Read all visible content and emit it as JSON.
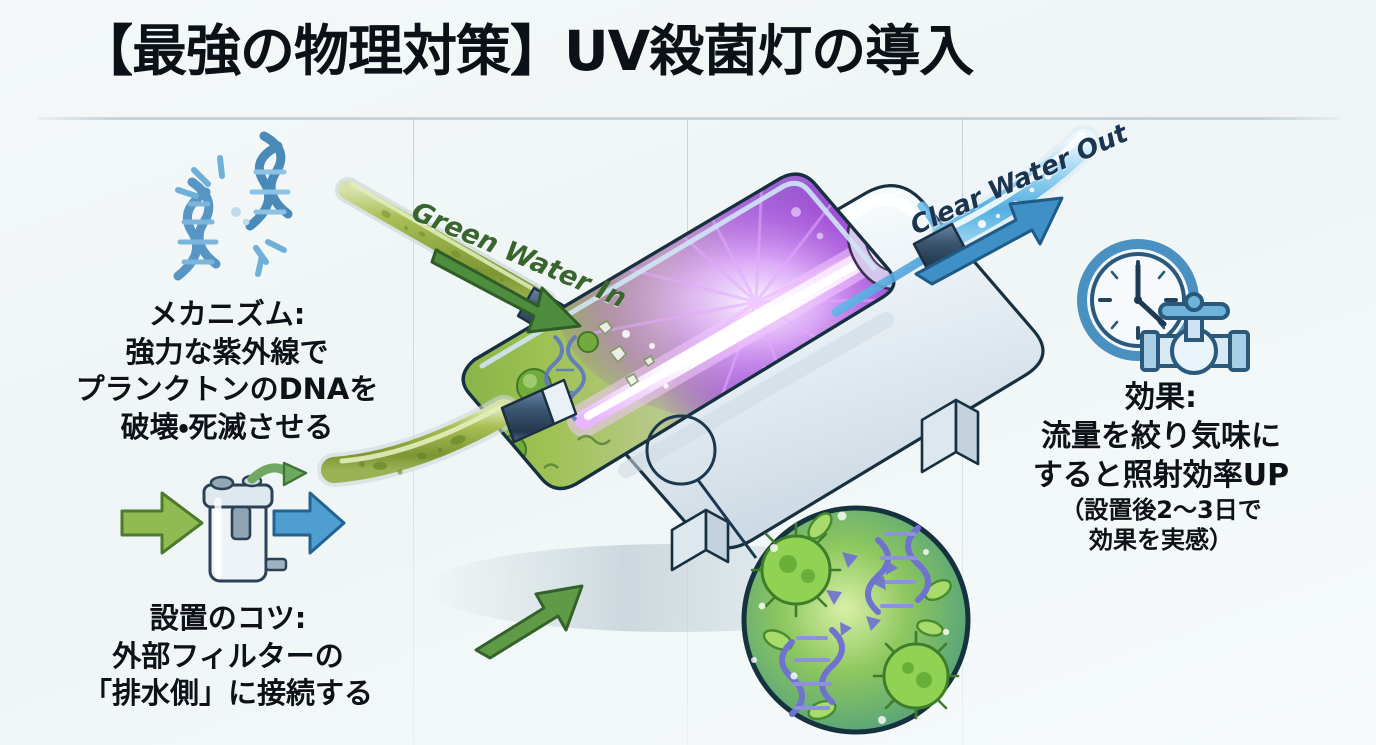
{
  "page": {
    "title": "【最強の物理対策】UV殺菌灯の導入",
    "background_color": "#f2f7f7",
    "text_color": "#0c1217"
  },
  "flow_labels": {
    "inlet": "Green Water In",
    "inlet_color": "#39662f",
    "outlet": "Clear Water Out",
    "outlet_color": "#1b3550"
  },
  "blocks": {
    "mechanism": {
      "heading": "メカニズム:",
      "line2": "強力な紫外線で",
      "line3": "プランクトンのDNAを",
      "line4": "破壊・死滅させる",
      "icon": "broken-dna-icon"
    },
    "install": {
      "heading": "設置のコツ:",
      "line2": "外部フィルターの",
      "line3": "「排水側」に接続する",
      "icon": "canister-filter-icon"
    },
    "effect": {
      "heading": "効果:",
      "line2": "流量を絞り気味に",
      "line3": "すると照射効率UP",
      "line4": "（設置後2〜3日で",
      "line5": "効果を実感）",
      "icon": "clock-valve-icon"
    }
  },
  "illustration": {
    "name": "uv-sterilizer-cutaway",
    "lamp_glow_color": "#b255e0",
    "lamp_core_color": "#ffffff",
    "green_water_color": "#8aa83c",
    "clear_water_color": "#5fb4e5",
    "body_color": "#f4f8fb",
    "fitting_color": "#3c5873",
    "magnifier": {
      "name": "plankton-magnifier",
      "cell_color": "#7cc04a",
      "dna_color": "#6f73cf"
    }
  },
  "icon_names": {
    "dna": "broken-dna-icon",
    "filter": "canister-filter-icon",
    "arrow_green": "green-arrow-icon",
    "arrow_blue": "blue-arrow-icon",
    "clock": "clock-icon",
    "valve": "valve-icon"
  }
}
